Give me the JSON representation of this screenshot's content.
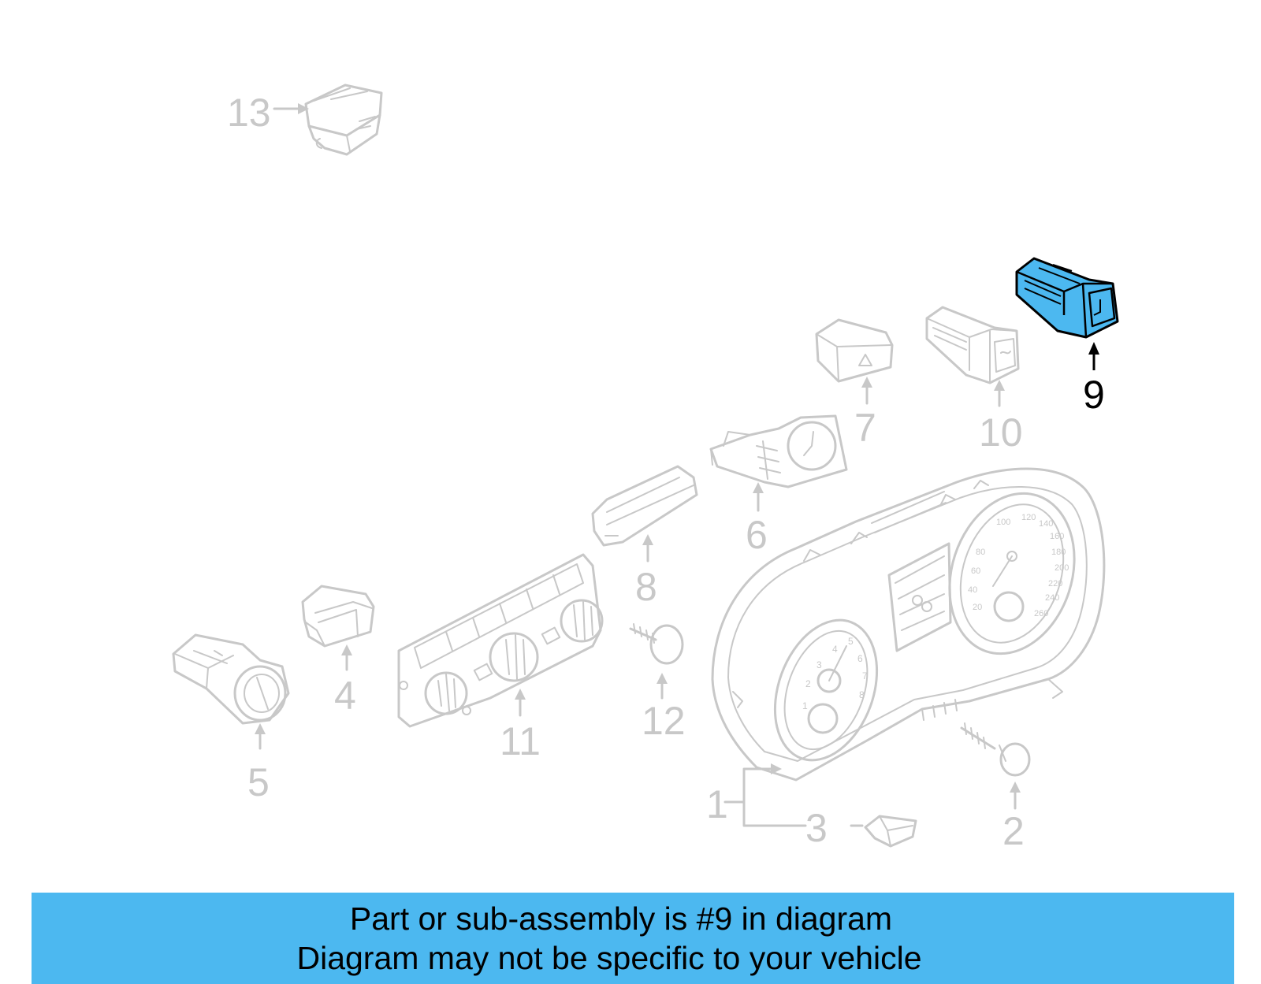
{
  "diagram": {
    "highlight_color": "#4cb8f0",
    "callouts": {
      "c1": "1",
      "c2": "2",
      "c3": "3",
      "c4": "4",
      "c5": "5",
      "c6": "6",
      "c7": "7",
      "c8": "8",
      "c9": "9",
      "c10": "10",
      "c11": "11",
      "c12": "12",
      "c13": "13"
    },
    "gauge_labels": {
      "speed": [
        "20",
        "40",
        "60",
        "80",
        "100",
        "120",
        "140",
        "160",
        "180",
        "200",
        "220",
        "240",
        "260"
      ],
      "rpm": [
        "1",
        "2",
        "3",
        "4",
        "5",
        "6",
        "7",
        "8"
      ]
    }
  },
  "banner": {
    "line1": "Part or sub-assembly is #9 in diagram",
    "line2": "Diagram may not be specific to your vehicle",
    "color": "#4cb8f0"
  }
}
